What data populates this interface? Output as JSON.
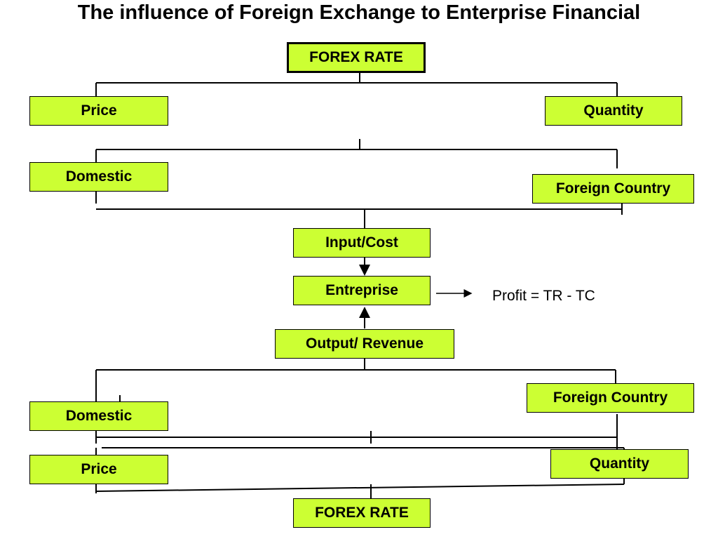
{
  "title": "The influence of Foreign Exchange to Enterprise Financial",
  "colors": {
    "box_fill": "#ccff33",
    "line": "#000000"
  },
  "upper": {
    "forex": "FOREX RATE",
    "price": "Price",
    "quantity": "Quantity",
    "domestic": "Domestic",
    "foreign": "Foreign Country"
  },
  "core": {
    "input": "Input/Cost",
    "enterprise": "Entreprise",
    "profit": "Profit = TR - TC",
    "output": "Output/ Revenue"
  },
  "lower": {
    "foreign": "Foreign Country",
    "domestic": "Domestic",
    "price": "Price",
    "quantity": "Quantity",
    "forex": "FOREX RATE"
  }
}
